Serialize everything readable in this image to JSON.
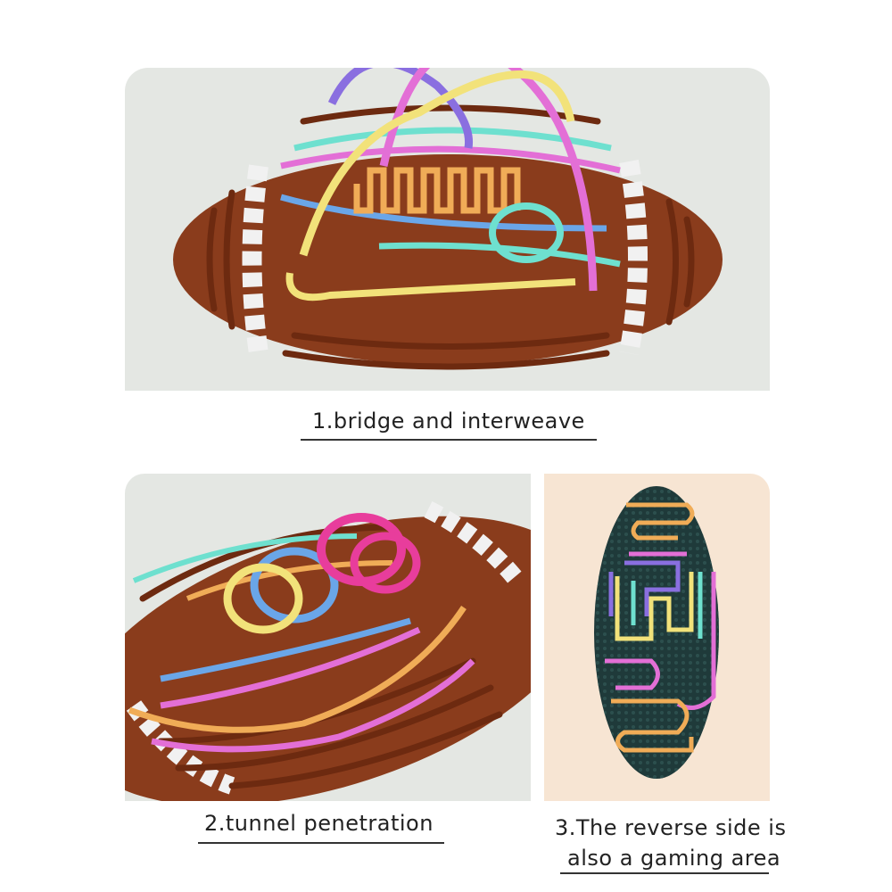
{
  "captions": {
    "bridge": "1.bridge and interweave",
    "tunnel": "2.tunnel penetration",
    "reverse_line1": "3.The reverse side is",
    "reverse_line2": "also a gaming area"
  },
  "colors": {
    "panel_bg": "#e4e7e3",
    "panel_warm_bg": "#f7e5d3",
    "board_brown": "#8a3c1c",
    "board_ridge": "#7a3214",
    "reverse_board": "#1f3a3a",
    "tube_purple": "#8a6fe0",
    "tube_pink": "#e36fd6",
    "tube_yellow": "#f2e27a",
    "tube_cyan": "#6ee0cf",
    "tube_blue": "#6aa6e8",
    "tube_orange": "#f0ac57",
    "tube_magenta": "#e83d9c"
  }
}
